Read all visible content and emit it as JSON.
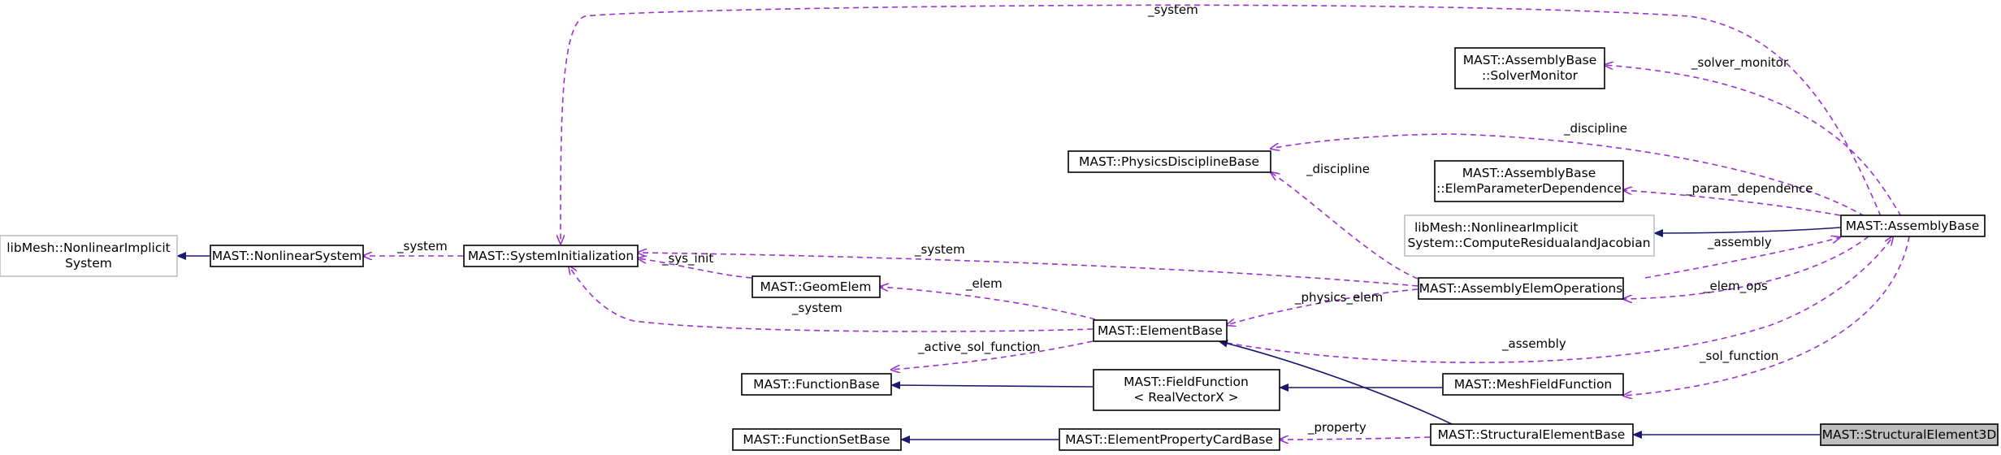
{
  "diagram": {
    "nodes": {
      "libmesh_nonlinear_implicit_system": {
        "lines": [
          "libMesh::NonlinearImplicit",
          "System"
        ]
      },
      "nonlinear_system": {
        "lines": [
          "MAST::NonlinearSystem"
        ]
      },
      "system_initialization": {
        "lines": [
          "MAST::SystemInitialization"
        ]
      },
      "geom_elem": {
        "lines": [
          "MAST::GeomElem"
        ]
      },
      "function_base": {
        "lines": [
          "MAST::FunctionBase"
        ]
      },
      "function_set_base": {
        "lines": [
          "MAST::FunctionSetBase"
        ]
      },
      "physics_discipline_base": {
        "lines": [
          "MAST::PhysicsDisciplineBase"
        ]
      },
      "element_base": {
        "lines": [
          "MAST::ElementBase"
        ]
      },
      "field_function": {
        "lines": [
          "MAST::FieldFunction",
          "< RealVectorX >"
        ]
      },
      "element_property_card_base": {
        "lines": [
          "MAST::ElementPropertyCardBase"
        ]
      },
      "solver_monitor": {
        "lines": [
          "MAST::AssemblyBase",
          "::SolverMonitor"
        ]
      },
      "elem_parameter_dependence": {
        "lines": [
          "MAST::AssemblyBase",
          "::ElemParameterDependence"
        ]
      },
      "compute_residual_and_jacobian": {
        "lines": [
          "libMesh::NonlinearImplicit",
          "System::ComputeResidualandJacobian"
        ]
      },
      "assembly_elem_operations": {
        "lines": [
          "MAST::AssemblyElemOperations"
        ]
      },
      "mesh_field_function": {
        "lines": [
          "MAST::MeshFieldFunction"
        ]
      },
      "structural_element_base": {
        "lines": [
          "MAST::StructuralElementBase"
        ]
      },
      "assembly_base": {
        "lines": [
          "MAST::AssemblyBase"
        ]
      },
      "structural_element_3d": {
        "lines": [
          "MAST::StructuralElement3D"
        ]
      }
    },
    "edge_labels": {
      "system_top": "_system",
      "system_ns": "_system",
      "sys_init": "_sys_init",
      "system_elem": "_system",
      "system_aeo": "_system",
      "elem": "_elem",
      "active_sol_function": "_active_sol_function",
      "solver_monitor": "_solver_monitor",
      "discipline_ab": "_discipline",
      "discipline_aeo": "_discipline",
      "param_dependence": "_param_dependence",
      "assembly_aeo": "_assembly",
      "elem_ops": "_elem_ops",
      "physics_elem": "_physics_elem",
      "assembly_eb": "_assembly",
      "sol_function": "_sol_function",
      "property": "_property"
    }
  }
}
